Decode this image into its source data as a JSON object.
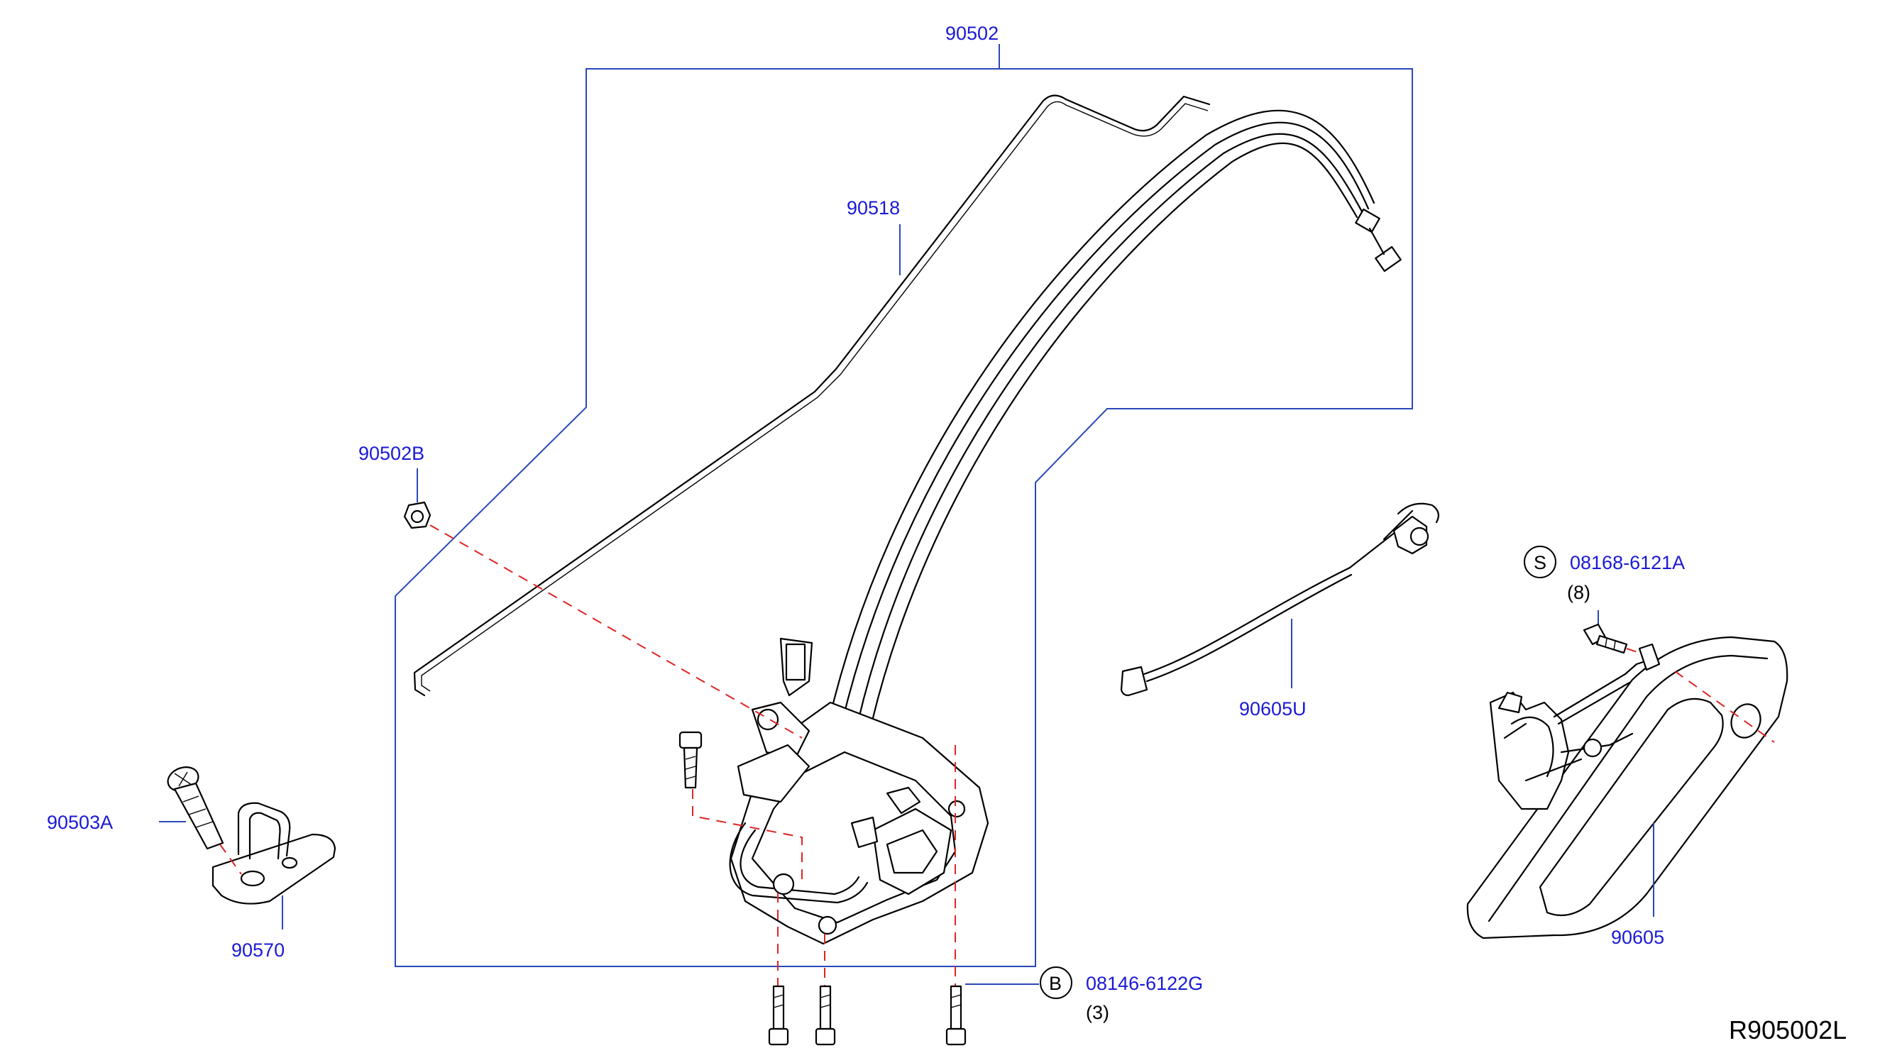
{
  "labels": {
    "assembly": "90502",
    "rod": "90518",
    "clip": "90502B",
    "screw": "90503A",
    "striker": "90570",
    "cable": "90605U",
    "handle": "90605",
    "bolt_s": "08168-6121A",
    "bolt_s_qty": "(8)",
    "bolt_s_symbol": "S",
    "bolt_b": "08146-6122G",
    "bolt_b_qty": "(3)",
    "bolt_b_symbol": "B",
    "reference": "R905002L"
  },
  "colors": {
    "label": "#1a1ad6",
    "leader": "#2a49b8",
    "hidden_line": "#e02424",
    "part": "#000000"
  }
}
